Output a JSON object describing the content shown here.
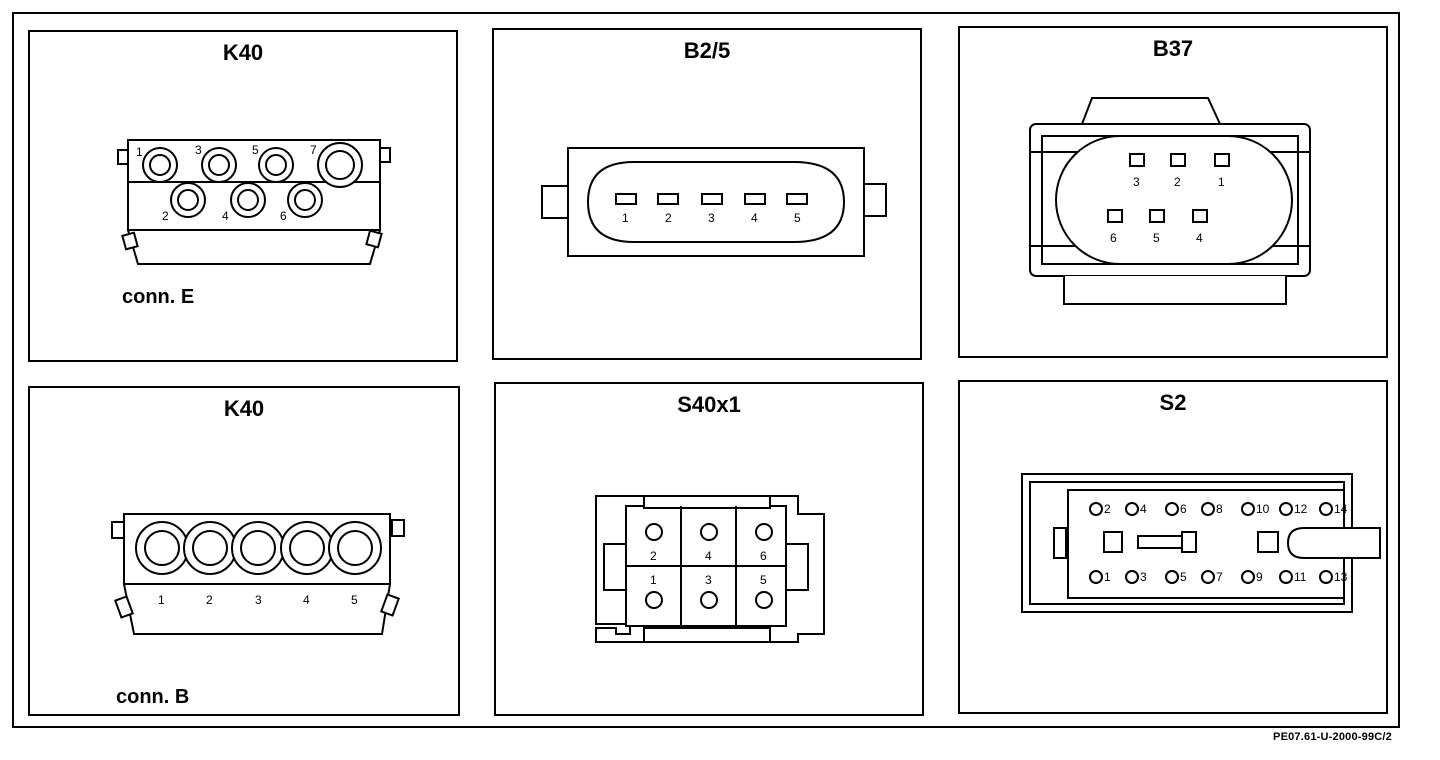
{
  "panels": {
    "k40_e": {
      "title": "K40",
      "label": "conn. E",
      "pins_top": [
        "1",
        "3",
        "5",
        "7"
      ],
      "pins_bottom": [
        "2",
        "4",
        "6"
      ]
    },
    "b2_5": {
      "title": "B2/5",
      "pins": [
        "1",
        "2",
        "3",
        "4",
        "5"
      ]
    },
    "b37": {
      "title": "B37",
      "pins_top": [
        "3",
        "2",
        "1"
      ],
      "pins_bottom": [
        "6",
        "5",
        "4"
      ]
    },
    "k40_b": {
      "title": "K40",
      "label": "conn. B",
      "pins": [
        "1",
        "2",
        "3",
        "4",
        "5"
      ]
    },
    "s40x1": {
      "title": "S40x1",
      "pins_top": [
        "2",
        "4",
        "6"
      ],
      "pins_bottom": [
        "1",
        "3",
        "5"
      ]
    },
    "s2": {
      "title": "S2",
      "pins_top": [
        "2",
        "4",
        "6",
        "8",
        "10",
        "12",
        "14"
      ],
      "pins_bottom": [
        "1",
        "3",
        "5",
        "7",
        "9",
        "11",
        "13"
      ]
    }
  },
  "footer": {
    "reference": "PE07.61-U-2000-99C/2"
  }
}
